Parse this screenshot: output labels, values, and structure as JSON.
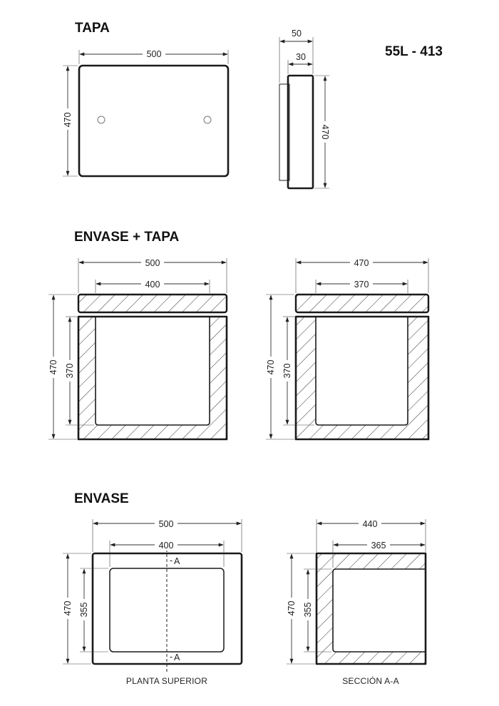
{
  "model_code": "55L - 413",
  "sections": {
    "tapa": {
      "title": "TAPA",
      "width": "500",
      "height": "470",
      "side_outer": "50",
      "side_inner": "30",
      "side_height": "470"
    },
    "envase_tapa": {
      "title": "ENVASE + TAPA",
      "left": {
        "outer_width": "500",
        "inner_width": "400",
        "outer_height": "470",
        "inner_height": "370"
      },
      "right": {
        "outer_width": "470",
        "inner_width": "370",
        "outer_height": "470",
        "inner_height": "370"
      }
    },
    "envase": {
      "title": "ENVASE",
      "plan": {
        "outer_width": "500",
        "inner_width": "400",
        "outer_height": "470",
        "inner_height": "355",
        "cut_label": "A",
        "caption": "PLANTA SUPERIOR"
      },
      "section": {
        "outer_width": "440",
        "inner_width": "365",
        "outer_height": "470",
        "inner_height": "355",
        "caption": "SECCIÓN A-A"
      }
    }
  }
}
